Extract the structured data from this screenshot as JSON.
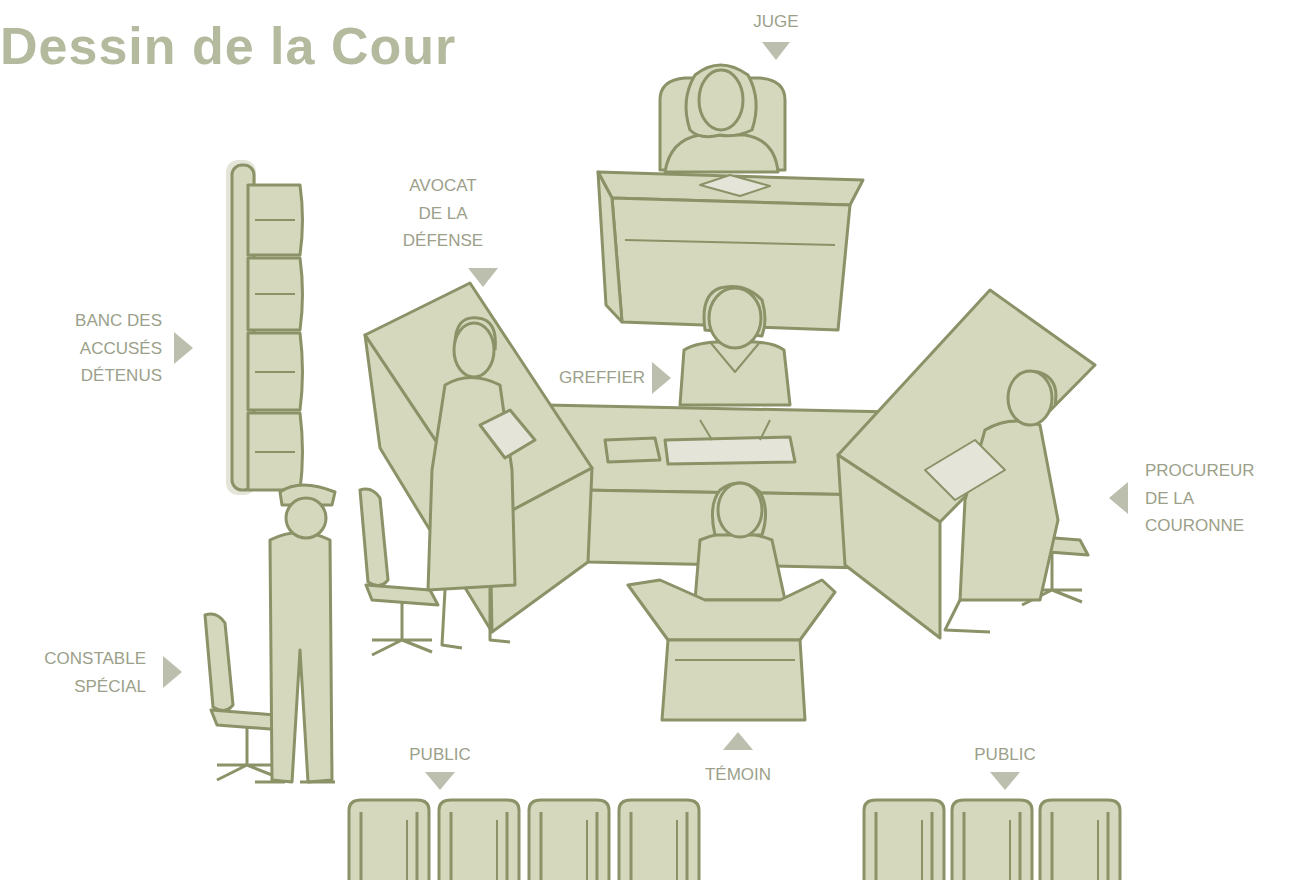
{
  "diagram": {
    "title": "Dessin de la Cour",
    "labels": [
      "JUGE",
      "AVOCAT DE LA DÉFENSE",
      "BANC DES ACCUSÉS DÉTENUS",
      "GREFFIER",
      "PROCUREUR DE LA COURONNE",
      "CONSTABLE SPÉCIAL",
      "PUBLIC",
      "TÉMOIN",
      "PUBLIC"
    ]
  }
}
